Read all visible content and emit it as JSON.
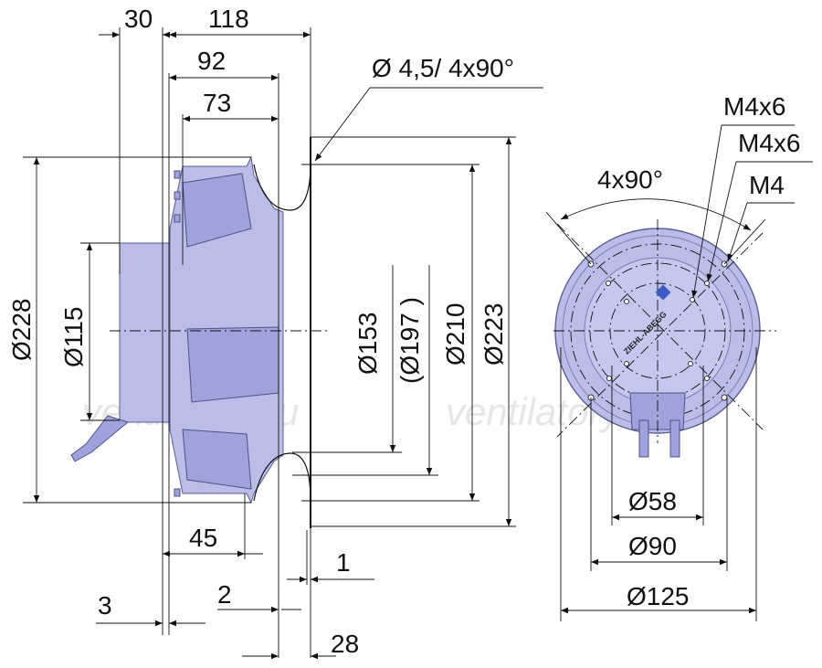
{
  "watermark": "ventilatory.ru",
  "brand_logo": "ZIEHL-ABEGG",
  "colors": {
    "part_fill": "#b9bde8",
    "part_dark": "#9ea3dc",
    "line": "#111111"
  },
  "side_view": {
    "top_dims": [
      "30",
      "118",
      "92",
      "73"
    ],
    "hole_note": "Ø 4,5/ 4x90°",
    "left_dims": [
      "Ø228",
      "Ø115"
    ],
    "right_dims": [
      "Ø153",
      "(Ø197 )",
      "Ø210",
      "Ø223"
    ],
    "bottom_dims": [
      "45",
      "1",
      "3",
      "2",
      "28"
    ]
  },
  "front_view": {
    "angle_label": "4x90°",
    "thread_labels": [
      "M4x6",
      "M4x6",
      "M4"
    ],
    "bottom_dims": [
      "Ø58",
      "Ø90",
      "Ø125"
    ]
  }
}
